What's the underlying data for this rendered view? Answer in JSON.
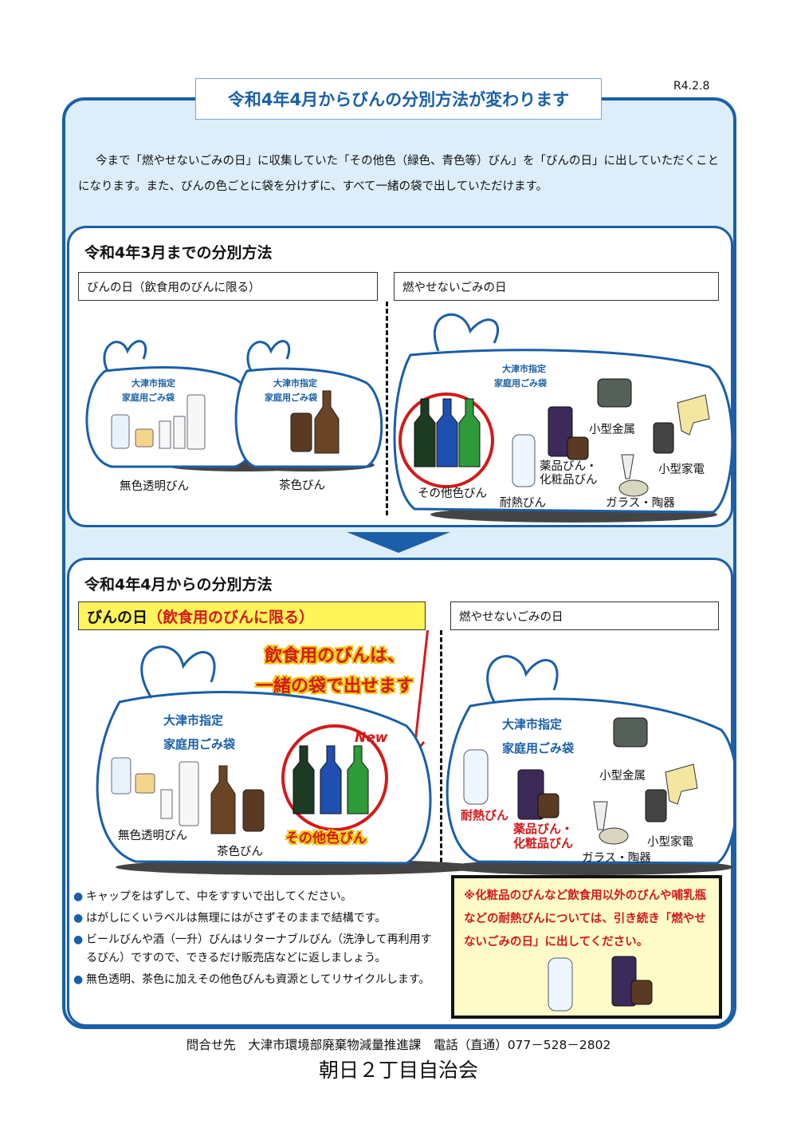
{
  "date": "R4.2.8",
  "title": "令和4年4月からびんの分別方法が変わります",
  "intro": "今まで「燃やせないごみの日」に収集していた「その他色（緑色、青色等）びん」を「びんの日」に出していただくことになります。また、びんの色ごとに袋を分けずに、すべて一緒の袋で出していただけます。",
  "before": {
    "title": "令和4年3月までの分別方法",
    "left_label": "びんの日（飲食用のびんに限る）",
    "right_label": "燃やせないごみの日",
    "bag_text_1": "大津市指定",
    "bag_text_2": "家庭用ごみ袋",
    "captions": {
      "clear": "無色透明びん",
      "brown": "茶色びん",
      "other": "その他色びん",
      "heat": "耐熱びん",
      "medicine": "薬品びん・\n化粧品びん",
      "metal": "小型金属",
      "appliance": "小型家電",
      "glass": "ガラス・陶器"
    }
  },
  "after": {
    "title": "令和4年4月からの分別方法",
    "left_label_a": "びんの日",
    "left_label_b": "（飲食用のびんに限る）",
    "right_label": "燃やせないごみの日",
    "slogan_1": "飲食用のびんは、",
    "slogan_2": "一緒の袋で出せます",
    "new_badge": "New",
    "bag_text_1": "大津市指定",
    "bag_text_2": "家庭用ごみ袋",
    "captions": {
      "clear": "無色透明びん",
      "brown": "茶色びん",
      "other": "その他色びん",
      "heat": "耐熱びん",
      "medicine": "薬品びん・\n化粧品びん",
      "metal": "小型金属",
      "appliance": "小型家電",
      "glass": "ガラス・陶器"
    }
  },
  "bullets": [
    "キャップをはずして、中をすすいで出してください。",
    "はがしにくいラベルは無理にはがさずそのままで結構です。",
    "ビールびんや酒（一升）びんはリターナブルびん（洗浄して再利用するびん）ですので、できるだけ販売店などに返しましょう。",
    "無色透明、茶色に加えその他色びんも資源としてリサイクルします。"
  ],
  "notice": "※化粧品のびんなど飲食用以外のびんや哺乳瓶などの耐熱びんについては、引き続き「燃やせないごみの日」に出してください。",
  "contact": "問合せ先　大津市環境部廃棄物減量推進課　電話（直通）077－528－2802",
  "association": "朝日２丁目自治会",
  "colors": {
    "accent": "#1a5fa8",
    "panel_bg": "#ddeefa",
    "red": "#d31a1a",
    "highlight": "#fff45a"
  }
}
